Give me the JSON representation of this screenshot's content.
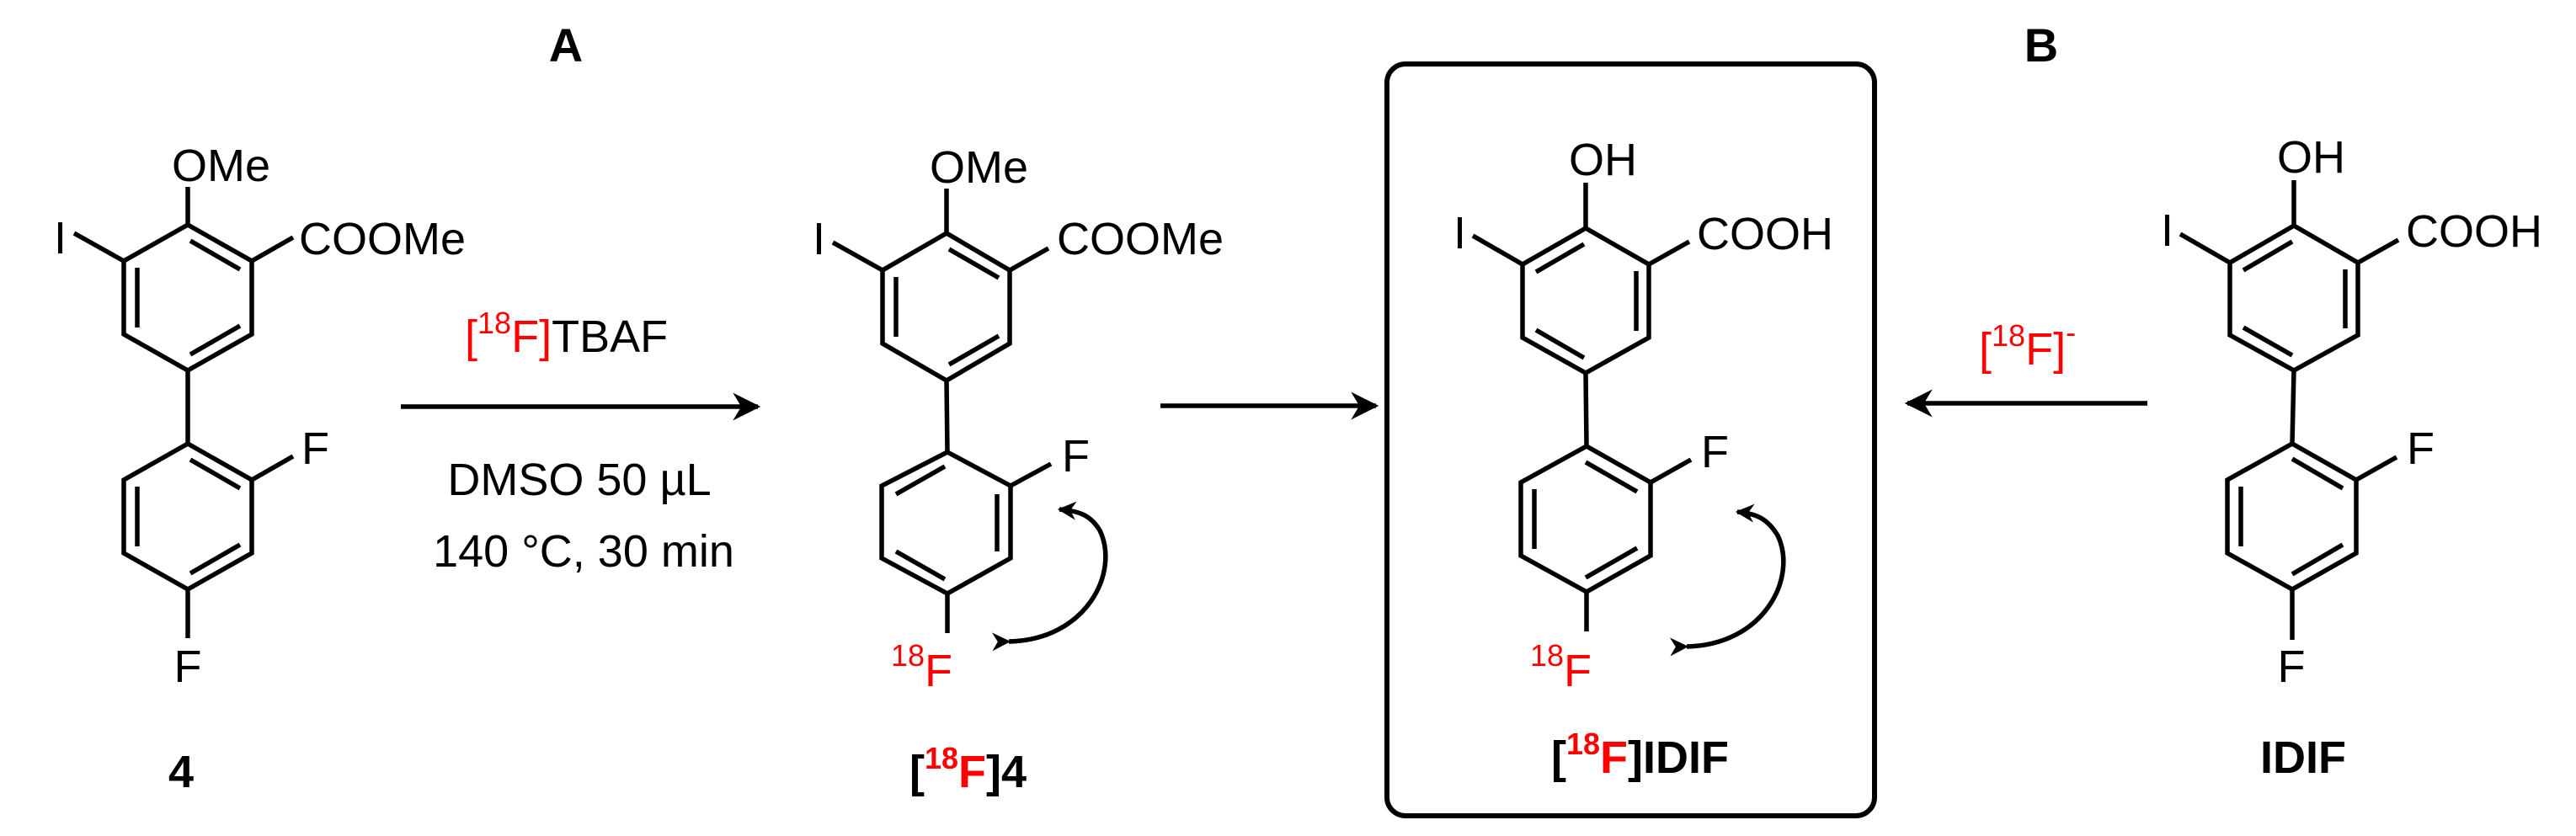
{
  "figure": {
    "sections": {
      "a": "A",
      "b": "B"
    },
    "colors": {
      "radiolabel": "#ff0000",
      "ink": "#000000"
    }
  },
  "reaction_a": {
    "reagent": {
      "bracket_open": "[",
      "isotope": "18",
      "element": "F",
      "bracket_close": "]",
      "rest": "TBAF"
    },
    "conditions": [
      "DMSO 50 µL",
      "140 °C, 30 min"
    ]
  },
  "reaction_b": {
    "reagent": {
      "bracket_open": "[",
      "isotope": "18",
      "element": "F",
      "bracket_close": "]",
      "charge": "-"
    }
  },
  "molecules": {
    "compound_4": {
      "label": "4",
      "substituents": {
        "top": "OMe",
        "iodo": "I",
        "ester": "COOMe",
        "ortho_f": "F",
        "para_f": "F"
      }
    },
    "compound_18f_4": {
      "label": {
        "open": "[",
        "isotope": "18",
        "element": "F",
        "close": "]",
        "rest": "4"
      },
      "substituents": {
        "top": "OMe",
        "iodo": "I",
        "ester": "COOMe",
        "ortho_f": "F",
        "para_isotope": "18",
        "para_f": "F"
      }
    },
    "compound_18f_idif": {
      "label": {
        "open": "[",
        "isotope": "18",
        "element": "F",
        "close": "]",
        "rest": "IDIF"
      },
      "substituents": {
        "top": "OH",
        "iodo": "I",
        "acid": "COOH",
        "ortho_f": "F",
        "para_isotope": "18",
        "para_f": "F"
      },
      "boxed": true
    },
    "compound_idif": {
      "label": "IDIF",
      "substituents": {
        "top": "OH",
        "iodo": "I",
        "acid": "COOH",
        "ortho_f": "F",
        "para_f": "F"
      }
    }
  }
}
